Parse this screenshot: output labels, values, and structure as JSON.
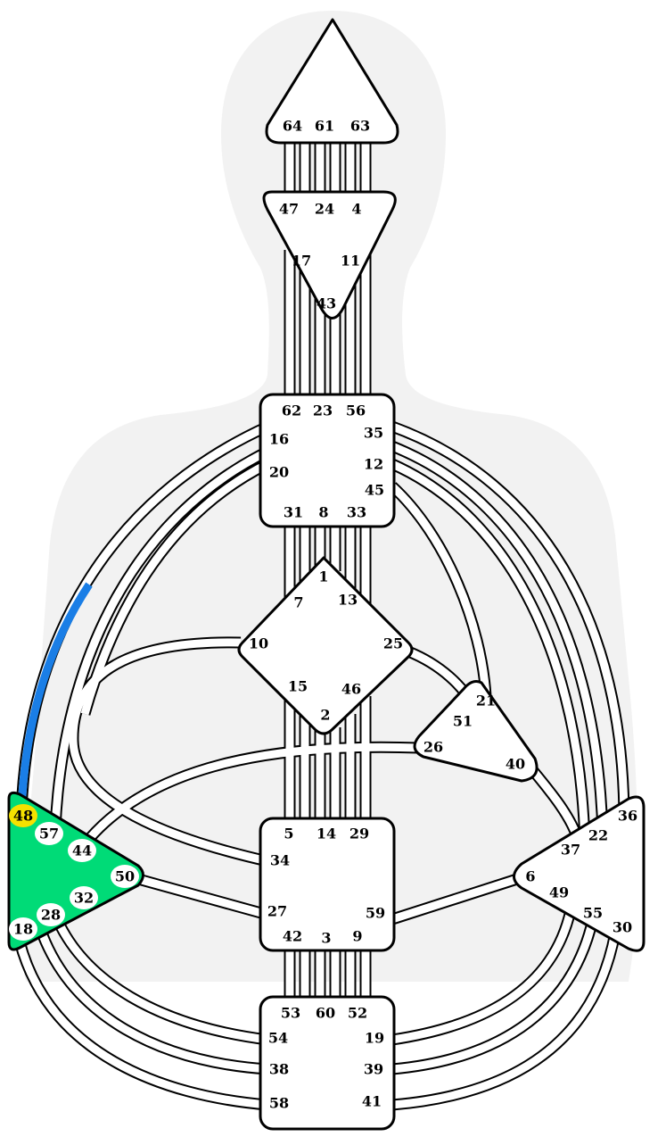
{
  "colors": {
    "silhouette": "#f2f2f2",
    "stroke": "#000000",
    "center_fill": "#ffffff",
    "defined_center": "#00db77",
    "active_channel": "#1a7ee6",
    "active_gate": "#f5e100"
  },
  "centers": [
    {
      "id": "head",
      "shape": "triangle-up",
      "defined": false,
      "gates": [
        "64",
        "61",
        "63"
      ]
    },
    {
      "id": "ajna",
      "shape": "triangle-down",
      "defined": false,
      "gates": [
        "47",
        "24",
        "4",
        "17",
        "11",
        "43"
      ]
    },
    {
      "id": "throat",
      "shape": "square",
      "defined": false,
      "gates": [
        "62",
        "23",
        "56",
        "16",
        "35",
        "20",
        "12",
        "45",
        "31",
        "8",
        "33"
      ]
    },
    {
      "id": "g",
      "shape": "diamond",
      "defined": false,
      "gates": [
        "1",
        "7",
        "13",
        "10",
        "25",
        "15",
        "46",
        "2"
      ]
    },
    {
      "id": "heart",
      "shape": "triangle",
      "defined": false,
      "gates": [
        "21",
        "51",
        "26",
        "40"
      ]
    },
    {
      "id": "sacral",
      "shape": "square",
      "defined": false,
      "gates": [
        "5",
        "14",
        "29",
        "34",
        "27",
        "59",
        "42",
        "3",
        "9"
      ]
    },
    {
      "id": "spleen",
      "shape": "triangle",
      "defined": true,
      "gates": [
        "48",
        "57",
        "44",
        "50",
        "32",
        "28",
        "18"
      ]
    },
    {
      "id": "solar-plexus",
      "shape": "triangle",
      "defined": false,
      "gates": [
        "36",
        "22",
        "37",
        "6",
        "49",
        "55",
        "30"
      ]
    },
    {
      "id": "root",
      "shape": "square",
      "defined": false,
      "gates": [
        "53",
        "60",
        "52",
        "54",
        "19",
        "38",
        "39",
        "58",
        "41"
      ]
    }
  ],
  "active_gates": [
    "48"
  ],
  "active_channel_segments": [
    "48-16"
  ]
}
